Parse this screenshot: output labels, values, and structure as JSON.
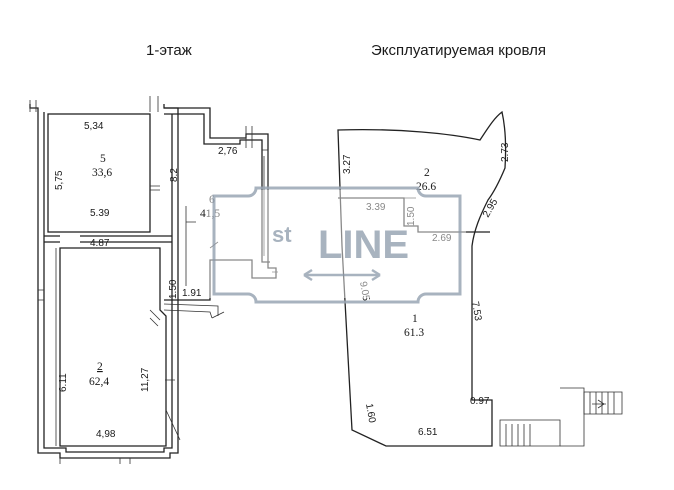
{
  "titles": {
    "floor1": "1-этаж",
    "roof": "Эксплуатируемая кровля"
  },
  "watermark": {
    "prefix": "st",
    "word": "LINE",
    "color": "#9aa6b4"
  },
  "floor1": {
    "dims": {
      "d534": "5,34",
      "d575": "5,75",
      "d82": "8.2",
      "d539": "5.39",
      "d276": "2,76",
      "d487": "4.87",
      "d150": "1.50",
      "d191": "1.91",
      "d611": "6.11",
      "d1127": "11,27",
      "d498": "4,98"
    },
    "rooms": [
      {
        "num": "5",
        "area": "33,6"
      },
      {
        "num": "6",
        "area": "41,5"
      },
      {
        "num": "2",
        "area": "62,4"
      }
    ]
  },
  "roof": {
    "dims": {
      "d327": "3.27",
      "d273": "2.73",
      "d339": "3.39",
      "d150": "1.50",
      "d295": "2.95",
      "d269": "2.69",
      "d905": "9.05",
      "d753": "7.53",
      "d097": "0.97",
      "d160": "1.60",
      "d651": "6.51"
    },
    "rooms": [
      {
        "num": "2",
        "area": "26.6"
      },
      {
        "num": "1",
        "area": "61.3"
      }
    ]
  }
}
